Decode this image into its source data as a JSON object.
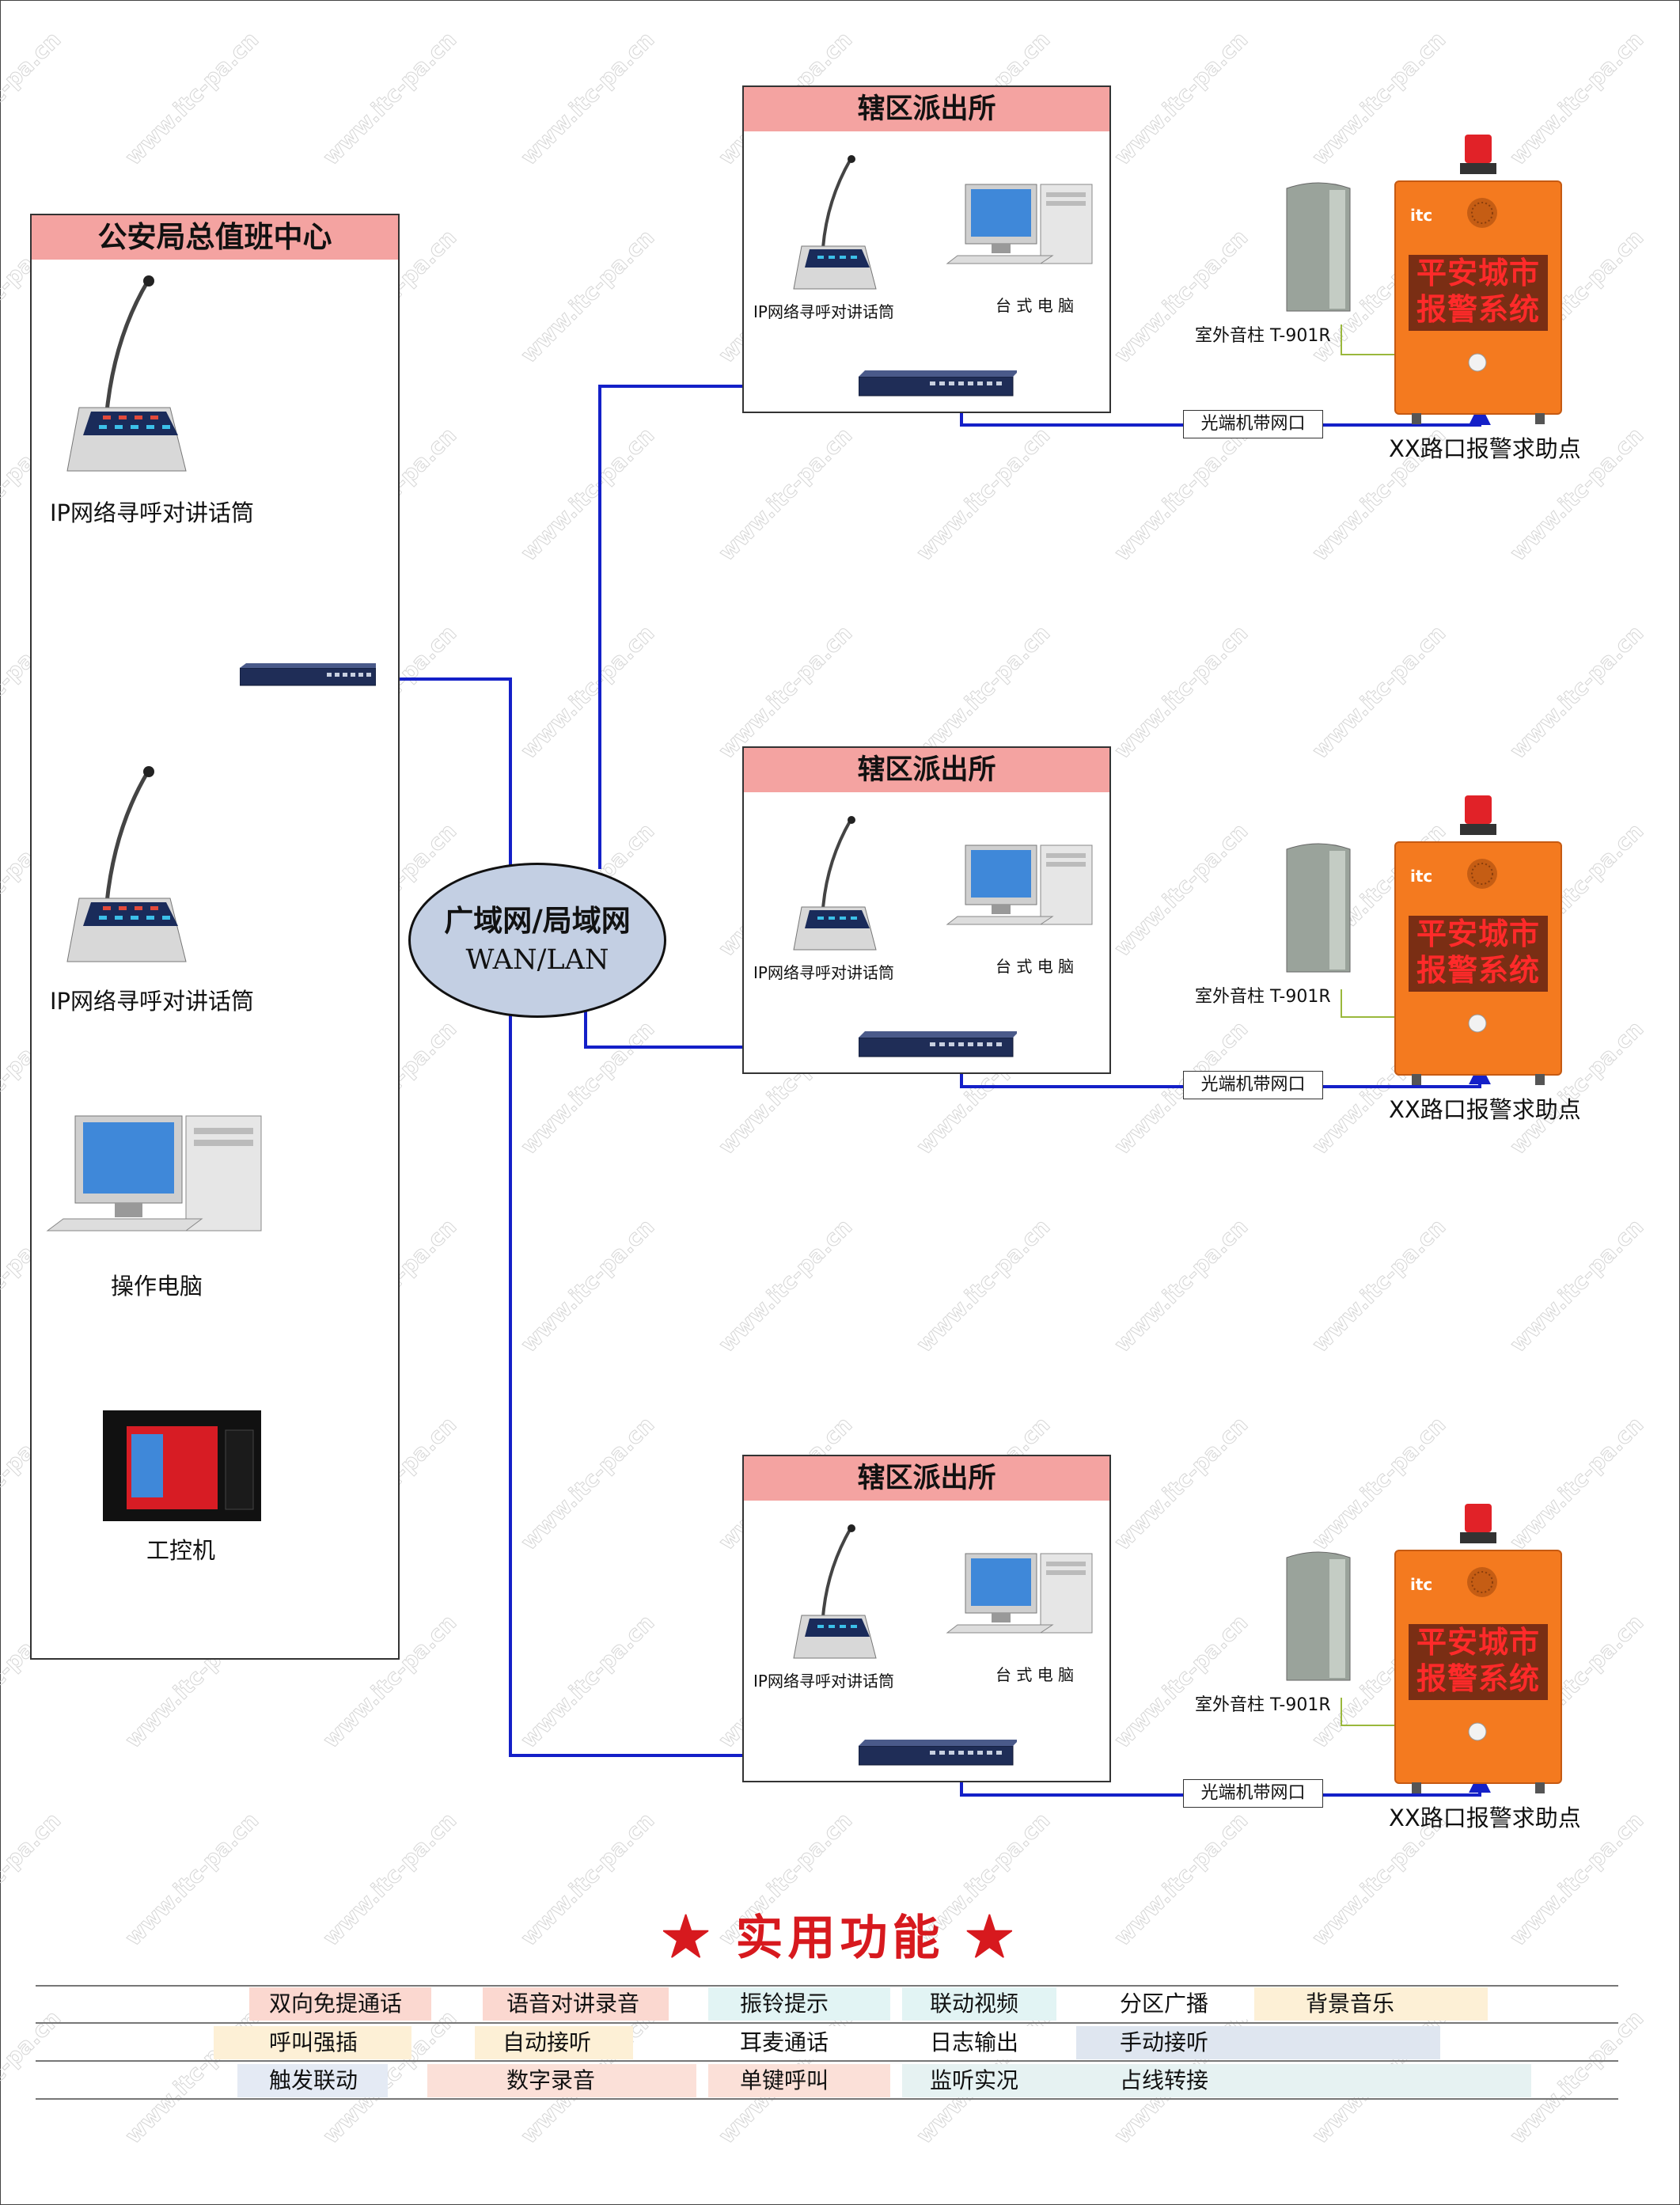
{
  "center": {
    "title": "公安局总值班中心",
    "mic1_label": "IP网络寻呼对讲话筒",
    "mic2_label": "IP网络寻呼对讲话筒",
    "pc_label": "操作电脑",
    "ipc_label": "工控机"
  },
  "network": {
    "line1": "广域网/局域网",
    "line2": "WAN/LAN"
  },
  "stations": [
    {
      "title": "辖区派出所",
      "mic_label": "IP网络寻呼对讲话筒",
      "pc_label": "台 式 电 脑",
      "speaker_label": "室外音柱 T-901R",
      "optical_label": "光端机带网口",
      "alarm_label": "XX路口报警求助点",
      "alarm_sign": "平安城市报警系统"
    },
    {
      "title": "辖区派出所",
      "mic_label": "IP网络寻呼对讲话筒",
      "pc_label": "台 式 电 脑",
      "speaker_label": "室外音柱 T-901R",
      "optical_label": "光端机带网口",
      "alarm_label": "XX路口报警求助点",
      "alarm_sign": "平安城市报警系统"
    },
    {
      "title": "辖区派出所",
      "mic_label": "IP网络寻呼对讲话筒",
      "pc_label": "台 式 电 脑",
      "speaker_label": "室外音柱 T-901R",
      "optical_label": "光端机带网口",
      "alarm_label": "XX路口报警求助点",
      "alarm_sign": "平安城市报警系统"
    }
  ],
  "features": {
    "title": "★ 实用功能 ★",
    "rows": [
      [
        "双向免提通话",
        "语音对讲录音",
        "振铃提示",
        "联动视频",
        "分区广播",
        "背景音乐"
      ],
      [
        "呼叫强插",
        "自动接听",
        "耳麦通话",
        "日志输出",
        "手动接听"
      ],
      [
        "触发联动",
        "数字录音",
        "单键呼叫",
        "监听实况",
        "占线转接"
      ]
    ]
  },
  "colors": {
    "title_bg": "#f4a3a1",
    "link": "#1420c8",
    "alarm_box": "#f47a1f",
    "feature_title": "#d7191e"
  },
  "watermark": "www.itc-pa.cn"
}
